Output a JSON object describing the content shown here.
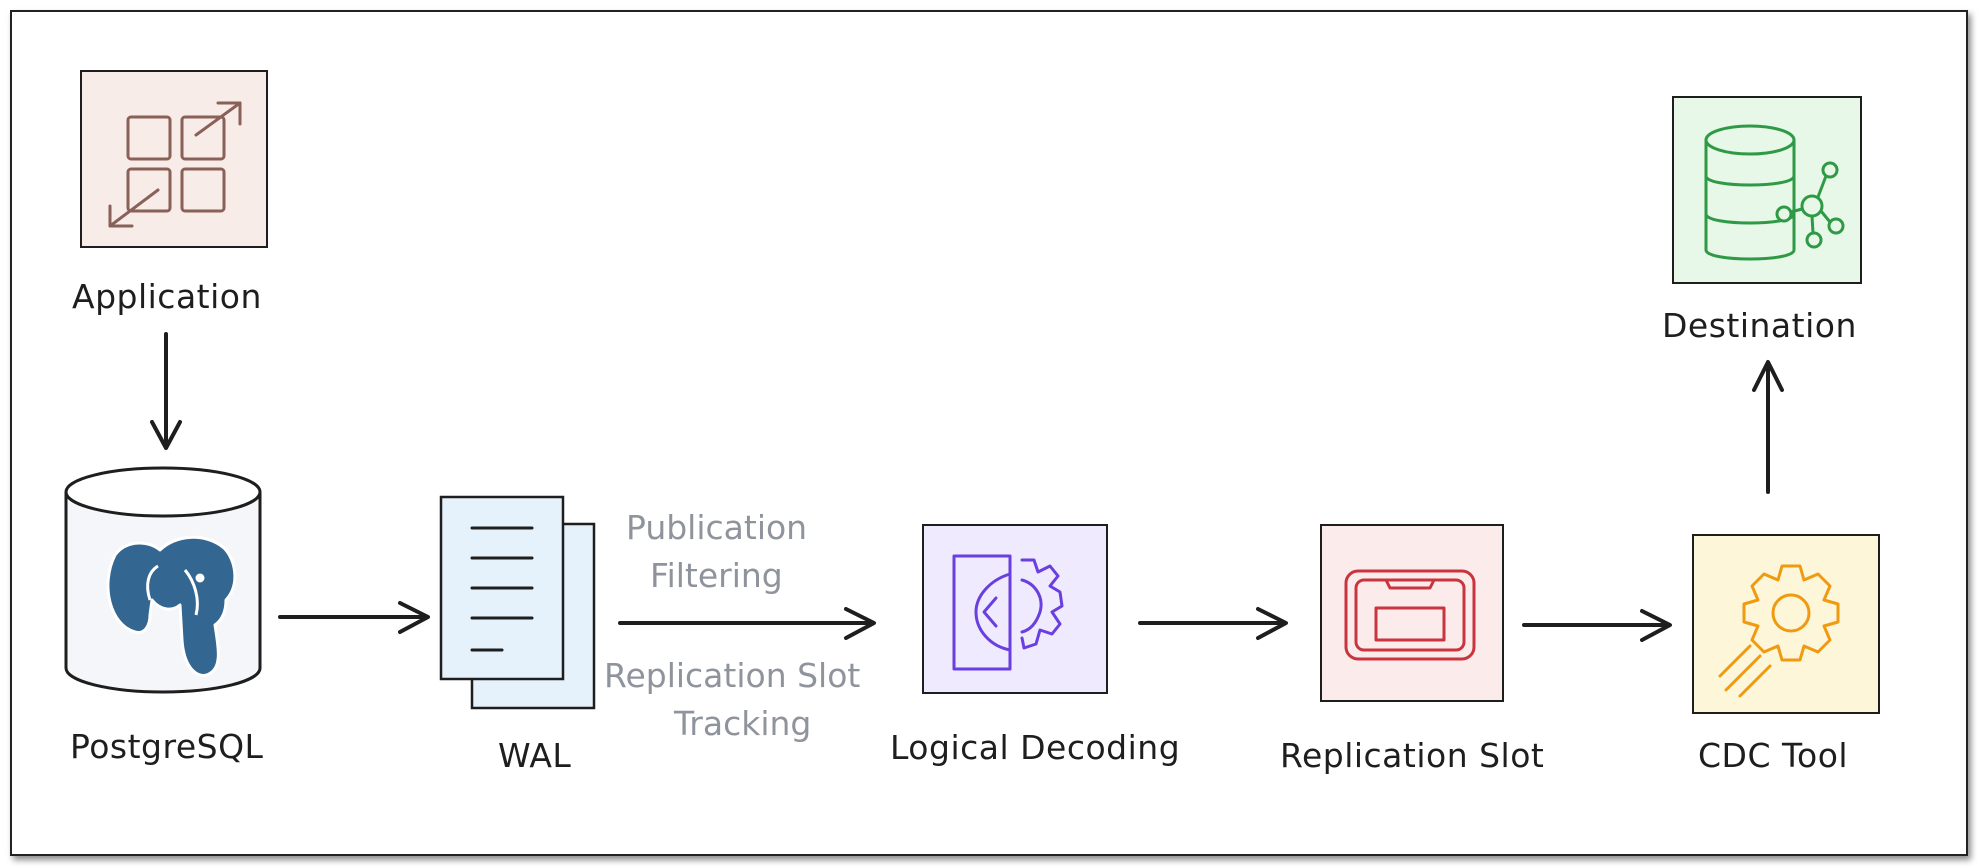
{
  "nodes": {
    "application": {
      "label": "Application",
      "icon": "scale-grid-icon",
      "fill": "#f8ece8",
      "stroke": "#8a6158"
    },
    "postgresql": {
      "label": "PostgreSQL",
      "icon": "postgresql-elephant-icon",
      "fill": "#f4f6f9",
      "stroke": "#2f5f8f"
    },
    "wal": {
      "label": "WAL",
      "icon": "document-stack-icon",
      "fill": "#e5f1fb",
      "stroke": "#1e1e1e"
    },
    "logical_decoding": {
      "label": "Logical Decoding",
      "icon": "decode-gear-icon",
      "fill": "#efeafd",
      "stroke": "#6a3fe0"
    },
    "replication_slot": {
      "label": "Replication Slot",
      "icon": "slot-tablet-icon",
      "fill": "#fbeceb",
      "stroke": "#c9353f"
    },
    "cdc_tool": {
      "label": "CDC Tool",
      "icon": "speed-gear-icon",
      "fill": "#fdf6d9",
      "stroke": "#f09a12"
    },
    "destination": {
      "label": "Destination",
      "icon": "database-network-icon",
      "fill": "#e7f7e8",
      "stroke": "#2f9a45"
    }
  },
  "edge_notes": {
    "wal_to_decoding_top": [
      "Publication",
      "Filtering"
    ],
    "wal_to_decoding_bottom": [
      "Replication Slot",
      "Tracking"
    ]
  }
}
